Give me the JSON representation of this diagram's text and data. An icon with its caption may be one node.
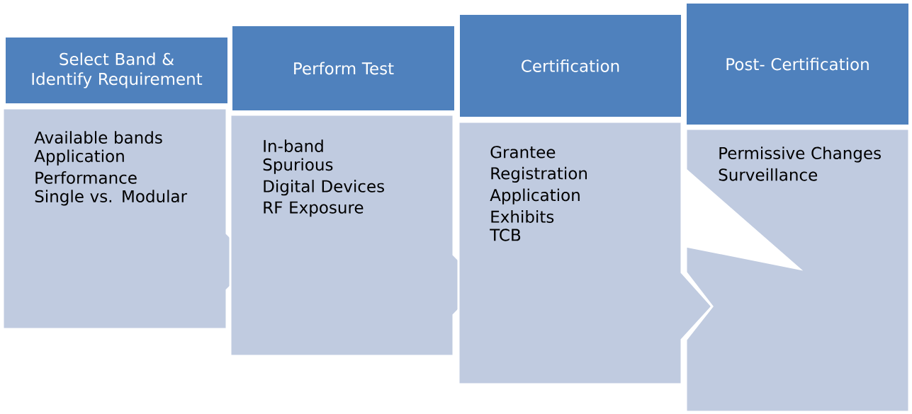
{
  "diagram": {
    "nodes": [
      {
        "text": [
          "Select Band & Identify Requirement"
        ]
      },
      {
        "text": [
          "Available bands",
          "Application",
          "Performance",
          "Single vs. Modular"
        ]
      },
      {
        "text": [
          "Perform Test"
        ]
      },
      {
        "text": [
          "In-band",
          "Spurious",
          "Digital Devices",
          "RF Exposure"
        ]
      },
      {
        "text": [
          "Certification"
        ]
      },
      {
        "text": [
          "Grantee Registration",
          "Application",
          "Exhibits",
          "TCB"
        ]
      },
      {
        "text": [
          "Post- Certification"
        ]
      },
      {
        "text": [
          "Permissive Changes",
          "Surveillance"
        ]
      }
    ]
  }
}
